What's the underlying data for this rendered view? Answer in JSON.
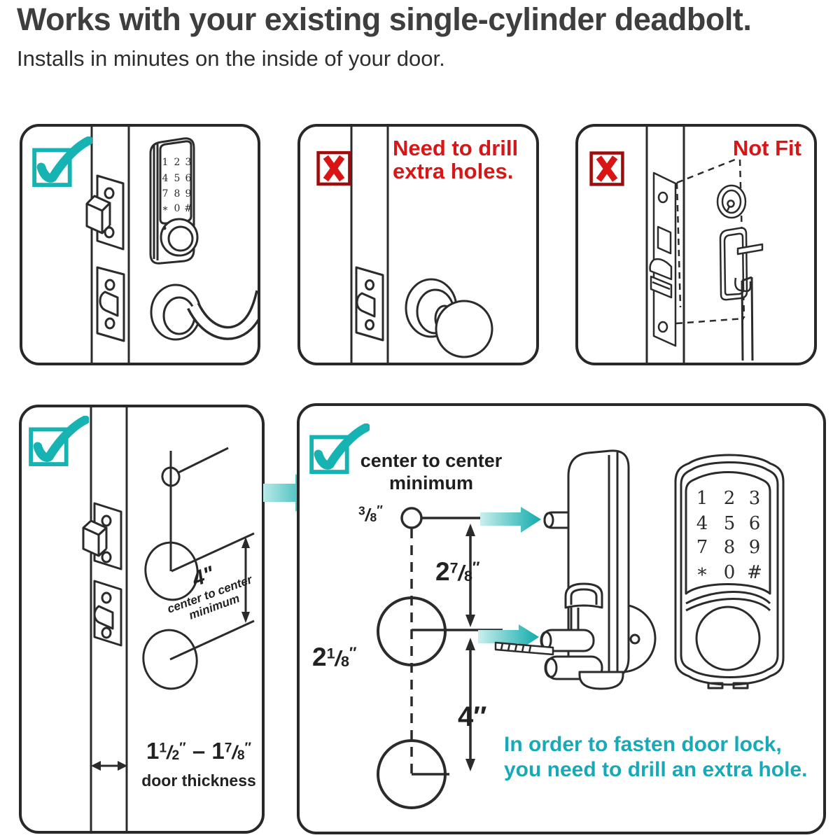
{
  "header": {
    "title": "Works with your existing single-cylinder deadbolt.",
    "subtitle": "Installs in minutes on the inside of your door."
  },
  "colors": {
    "teal": "#17b3b3",
    "teal_arrow_light": "#b7eae8",
    "teal_arrow_dark": "#10abab",
    "teal_note_text": "#18a9b8",
    "red_text": "#d61717",
    "red_box_border": "#9c0d0d",
    "ink": "#2b2b2b"
  },
  "icons": {
    "check_icon": "✓",
    "x_icon": "✕",
    "flow_arrow_icon": "→"
  },
  "keypad": {
    "rows": [
      [
        "1",
        "2",
        "3"
      ],
      [
        "4",
        "5",
        "6"
      ],
      [
        "7",
        "8",
        "9"
      ],
      [
        "*",
        "0",
        "#"
      ]
    ]
  },
  "fraction_slash": "/",
  "panel_knob": {
    "warning_line1": "Need to drill",
    "warning_line2": "extra holes."
  },
  "panel_mortise": {
    "warning": "Not Fit"
  },
  "panel_spacing": {
    "center_dim": "4\"",
    "center_note1": "center to center",
    "center_note2": "minimum",
    "thickness_min": {
      "whole": "1",
      "num": "1",
      "den": "2",
      "unit": "″"
    },
    "thickness_sep": "–",
    "thickness_max": {
      "whole": "1",
      "num": "7",
      "den": "8",
      "unit": "″"
    },
    "thickness_label": "door thickness"
  },
  "panel_drill": {
    "heading1": "center to center",
    "heading2": "minimum",
    "offset_top": {
      "num": "3",
      "den": "8",
      "unit": "″"
    },
    "gap_upper": {
      "whole": "2",
      "num": "7",
      "den": "8",
      "unit": "″"
    },
    "hole": {
      "whole": "2",
      "num": "1",
      "den": "8",
      "unit": "″"
    },
    "gap_lower": "4″",
    "note1": "In order to fasten door lock,",
    "note2": "you need to drill an extra hole."
  }
}
